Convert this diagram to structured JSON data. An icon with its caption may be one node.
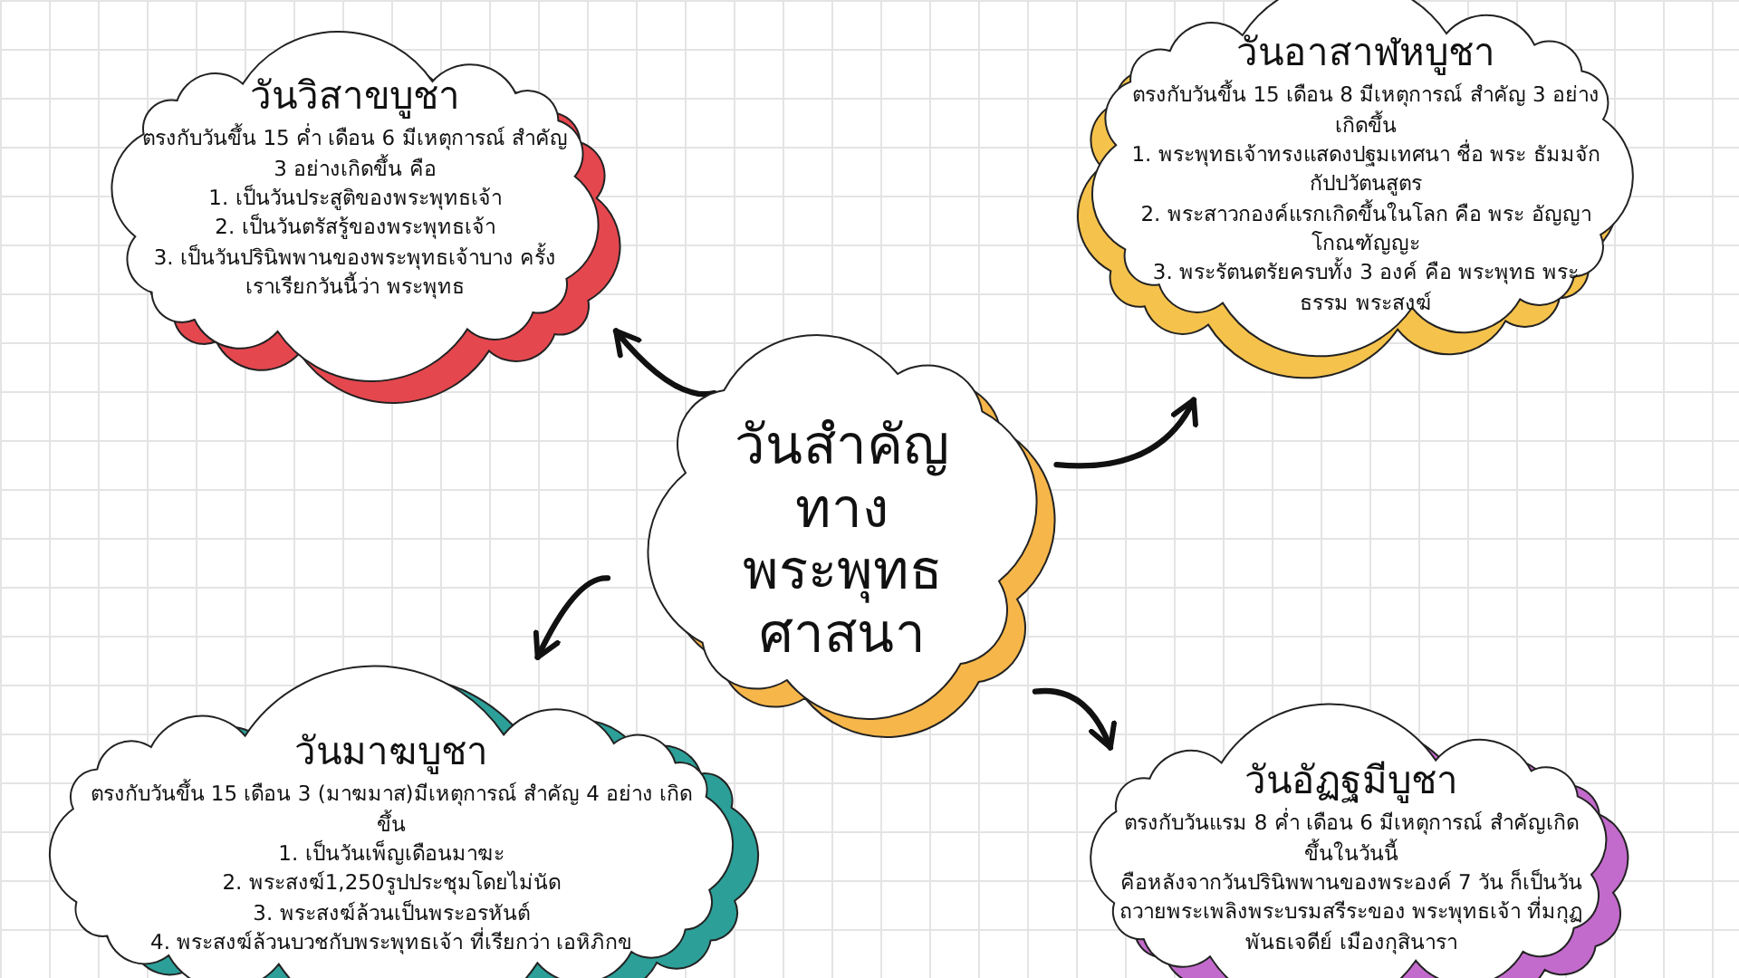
{
  "diagram": {
    "nodes": [
      {
        "text": [
          "วันวิสาขบูชา",
          "ตรงกับวันขึ้น 15 ค่ำ เดือน 6 มีเหตุการณ์ สำคัญ 3 อย่างเกิดขึ้น คือ",
          "1. เป็นวันประสูติของพระพุทธเจ้า",
          "2. เป็นวันตรัสรู้ของพระพุทธเจ้า",
          "3. เป็นวันปรินิพพานของพระพุทธเจ้าบาง ครั้งเราเรียกวันนี้ว่า พระพุทธ"
        ]
      },
      {
        "text": [
          "วันอาสาฬหบูชา",
          "ตรงกับวันขึ้น 15 เดือน 8 มีเหตุการณ์ สำคัญ 3 อย่าง เกิดขึ้น",
          "1. พระพุทธเจ้าทรงแสดงปฐมเทศนา ชื่อ พระ ธัมมจักกัปปวัตนสูตร",
          "2. พระสาวกองค์แรกเกิดขึ้นในโลก คือ พระ อัญญาโกณฑัญญะ",
          "3. พระรัตนตรัยครบทั้ง 3 องค์ คือ พระพุทธ พระธรรม พระสงฆ์"
        ]
      },
      {
        "text": [
          "วันสำคัญทางพระพุทธศาสนา"
        ]
      },
      {
        "text": [
          "วันมาฆบูชา",
          "ตรงกับวันขึ้น 15 เดือน 3 (มาฆมาส)มีเหตุการณ์ สำคัญ 4 อย่าง เกิดขึ้น",
          "1. เป็นวันเพ็ญเดือนมาฆะ",
          "2. พระสงฆ์1,250รูปประชุมโดยไม่นัด",
          "3. พระสงฆ์ล้วนเป็นพระอรหันต์",
          "4. พระสงฆ์ล้วนบวชกับพระพุทธเจ้า ที่เรียกว่า เอหิภิกข"
        ]
      },
      {
        "text": [
          "วันอัฏฐมีบูชา",
          "ตรงกับวันแรม 8 ค่ำ เดือน 6 มีเหตุการณ์ สำคัญเกิดขึ้นในวันนี้",
          "คือหลังจากวันปรินิพพานของพระองค์ 7 วัน ก็เป็นวันถวายพระเพลิงพระบรมสรีระของ พระพุทธเจ้า ที่มกุฏพันธเจดีย์ เมืองกุสินารา"
        ]
      }
    ],
    "edges": [
      {
        "from": 2,
        "to": 0,
        "arrow": "to"
      },
      {
        "from": 2,
        "to": 1,
        "arrow": "to"
      },
      {
        "from": 2,
        "to": 3,
        "arrow": "to"
      },
      {
        "from": 2,
        "to": 4,
        "arrow": "to"
      }
    ]
  }
}
